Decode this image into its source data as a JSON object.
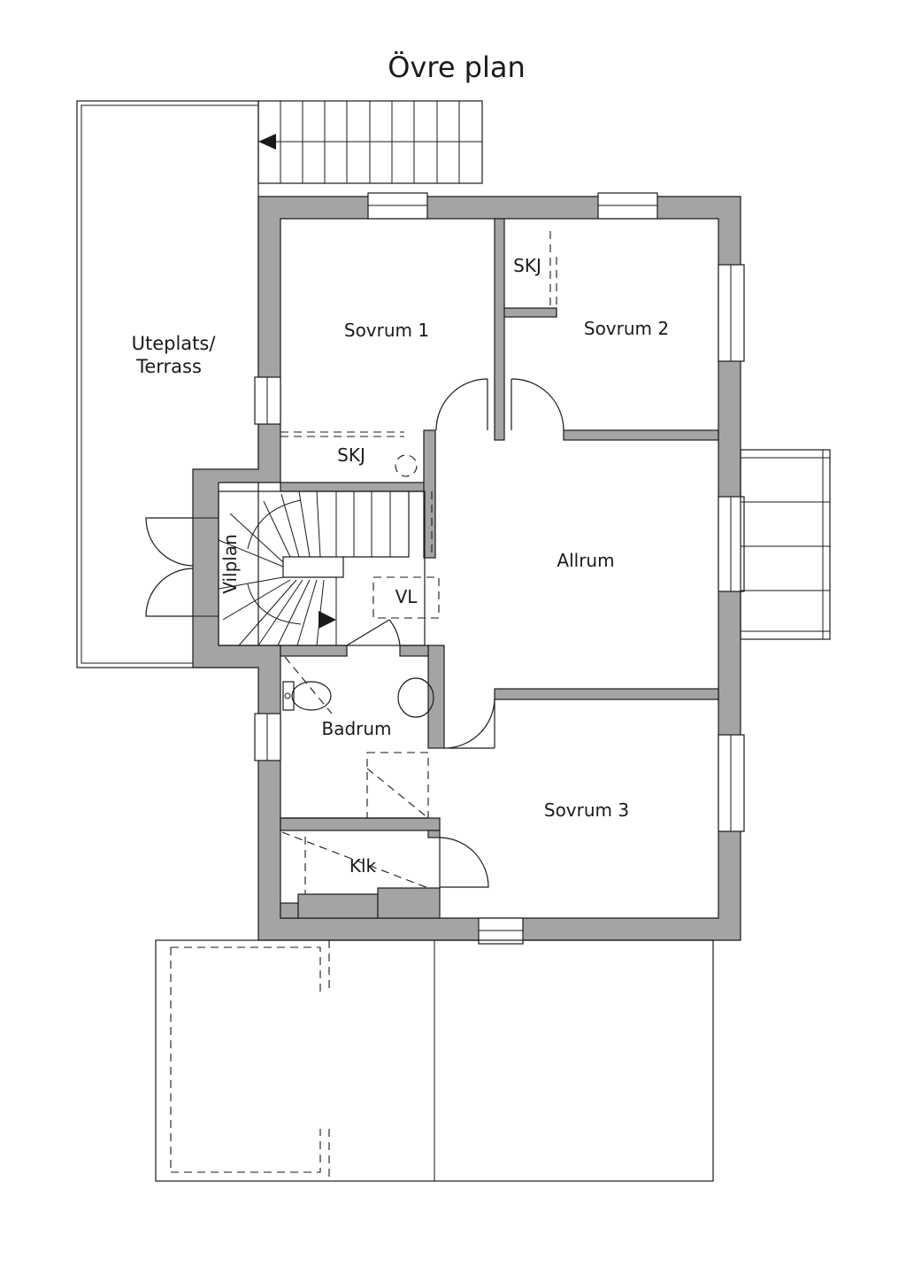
{
  "title": "Övre plan",
  "colors": {
    "wall_fill": "#a4a4a4",
    "line": "#1a1a1a",
    "background": "#ffffff"
  },
  "rooms": {
    "terrace": {
      "line1": "Uteplats/",
      "line2": "Terrass"
    },
    "bedroom_1": "Sovrum 1",
    "bedroom_2": "Sovrum 2",
    "bedroom_3": "Sovrum 3",
    "closet_1": "SKJ",
    "closet_2": "SKJ",
    "landing": "Vilplan",
    "living_room": "Allrum",
    "vl": "VL",
    "bathroom": "Badrum",
    "walk_in_closet": "Klk"
  }
}
